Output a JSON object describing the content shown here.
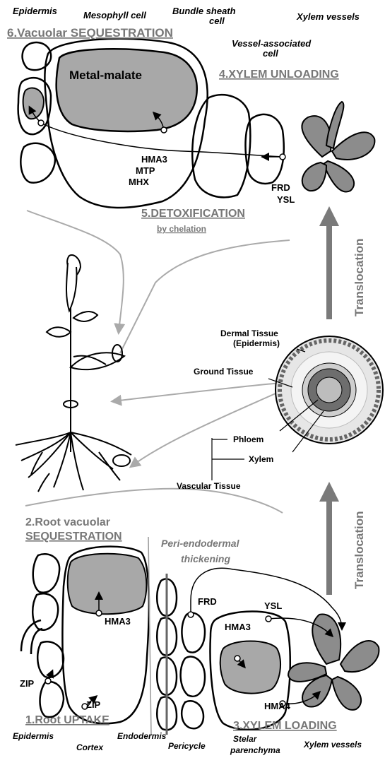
{
  "top": {
    "epidermis": "Epidermis",
    "mesophyll": "Mesophyll cell",
    "bundle_sheath_1": "Bundle sheath",
    "bundle_sheath_2": "cell",
    "xylem_vessels": "Xylem vessels",
    "vessel_assoc_1": "Vessel-associated",
    "vessel_assoc_2": "cell",
    "vacuolar_sequestration": "6.Vacuolar SEQUESTRATION",
    "metal_malate": "Metal-malate",
    "xylem_unloading": "4.XYLEM UNLOADING",
    "hma3": "HMA3",
    "mtp": "MTP",
    "mhx": "MHX",
    "frd": "FRD",
    "ysl": "YSL",
    "detox": "5.DETOXIFICATION",
    "chelation": "by chelation"
  },
  "middle": {
    "translocation_top": "Translocation",
    "dermal_1": "Dermal Tissue",
    "dermal_2": "(Epidermis)",
    "ground": "Ground Tissue",
    "phloem": "Phloem",
    "xylem": "Xylem",
    "vascular": "Vascular Tissue",
    "translocation_bottom": "Translocation"
  },
  "bottom": {
    "root_vac_1": "2.Root vacuolar",
    "root_vac_2": "SEQUESTRATION",
    "peri_1": "Peri-endodermal",
    "peri_2": "thickening",
    "frd": "FRD",
    "ysl": "YSL",
    "hma3_a": "HMA3",
    "hma3_b": "HMA3",
    "zip_a": "ZIP",
    "zip_b": "ZIP",
    "hma4": "HMA4",
    "root_uptake": "1.Root UPTAKE",
    "xylem_loading": "3.XYLEM LOADING",
    "epidermis": "Epidermis",
    "cortex": "Cortex",
    "endodermis": "Endodermis",
    "pericycle": "Pericycle",
    "stelar_1": "Stelar",
    "stelar_2": "parenchyma",
    "xylem_vessels": "Xylem vessels"
  },
  "colors": {
    "vacuole": "#a8a8a8",
    "xylem_petal": "#8c8c8c",
    "arrow_gray": "#7a7a7a",
    "header": "#777777"
  }
}
